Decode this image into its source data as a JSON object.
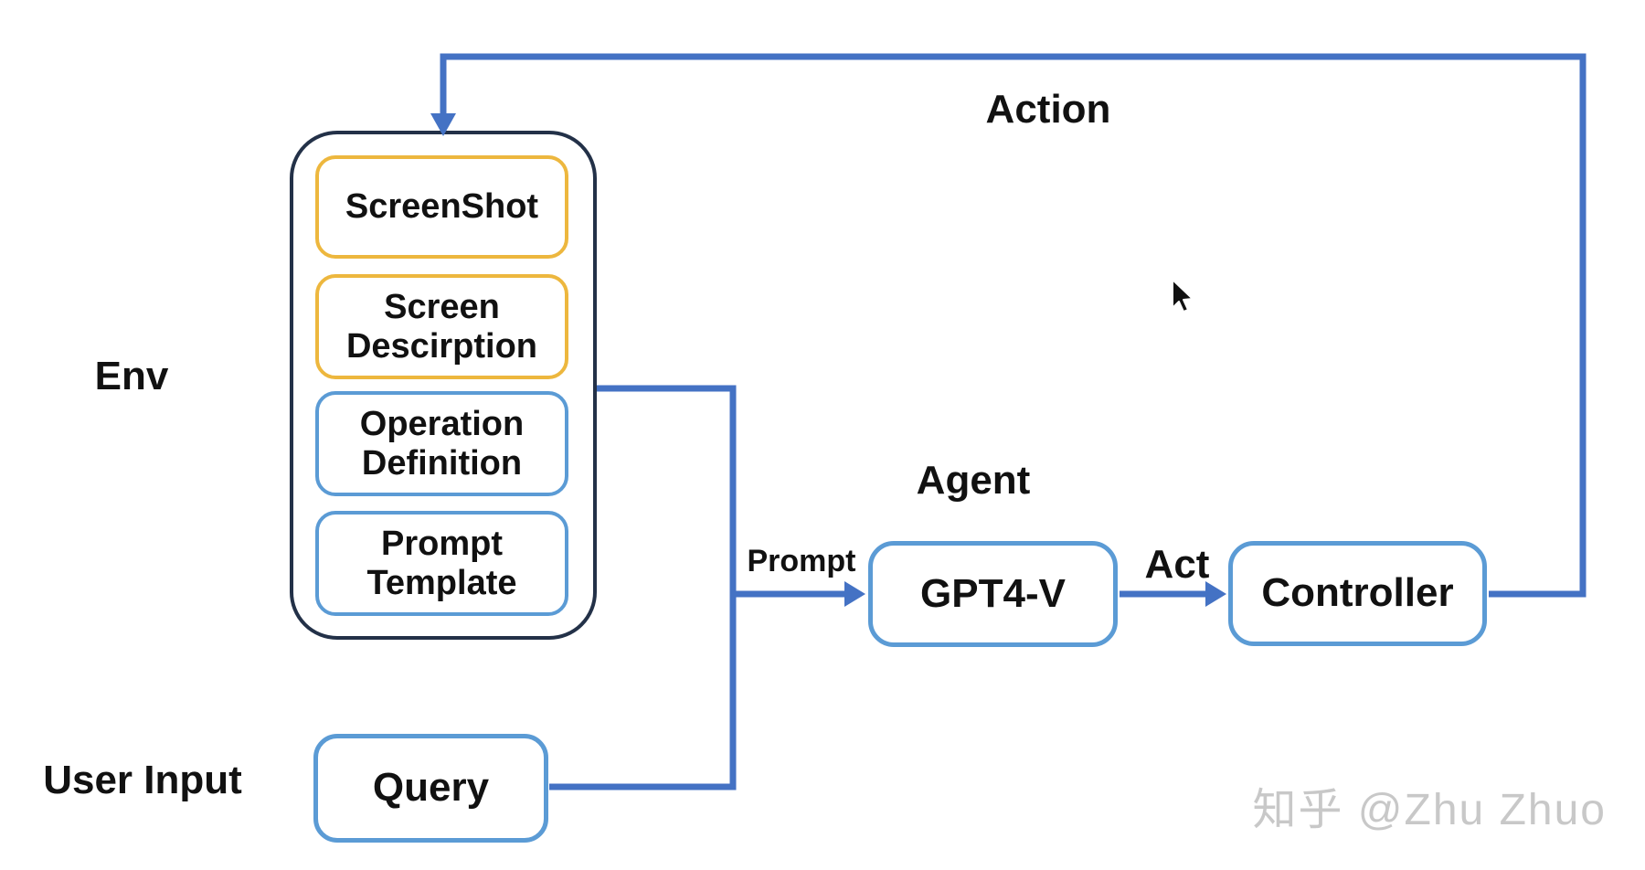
{
  "labels": {
    "action": "Action",
    "agent": "Agent",
    "env": "Env",
    "user_input": "User Input",
    "prompt": "Prompt",
    "act": "Act"
  },
  "env_group": {
    "boxes": [
      {
        "label": "ScreenShot",
        "border_color": "#EDB73E"
      },
      {
        "label": "Screen Descirption",
        "border_color": "#EDB73E"
      },
      {
        "label": "Operation Definition",
        "border_color": "#5B9BD5"
      },
      {
        "label": "Prompt Template",
        "border_color": "#5B9BD5"
      }
    ]
  },
  "user_input_box": {
    "label": "Query",
    "border_color": "#5B9BD5"
  },
  "agent_group": {
    "model_box": {
      "label": "GPT4-V",
      "border_color": "#5B9BD5"
    },
    "controller_box": {
      "label": "Controller",
      "border_color": "#5B9BD5"
    }
  },
  "watermark": "知乎 @Zhu Zhuo",
  "colors": {
    "connector": "#4472C4",
    "envBorder": "#233148",
    "text": "#111111",
    "watermark": "#C8C8C8",
    "background": "#FFFFFF"
  }
}
